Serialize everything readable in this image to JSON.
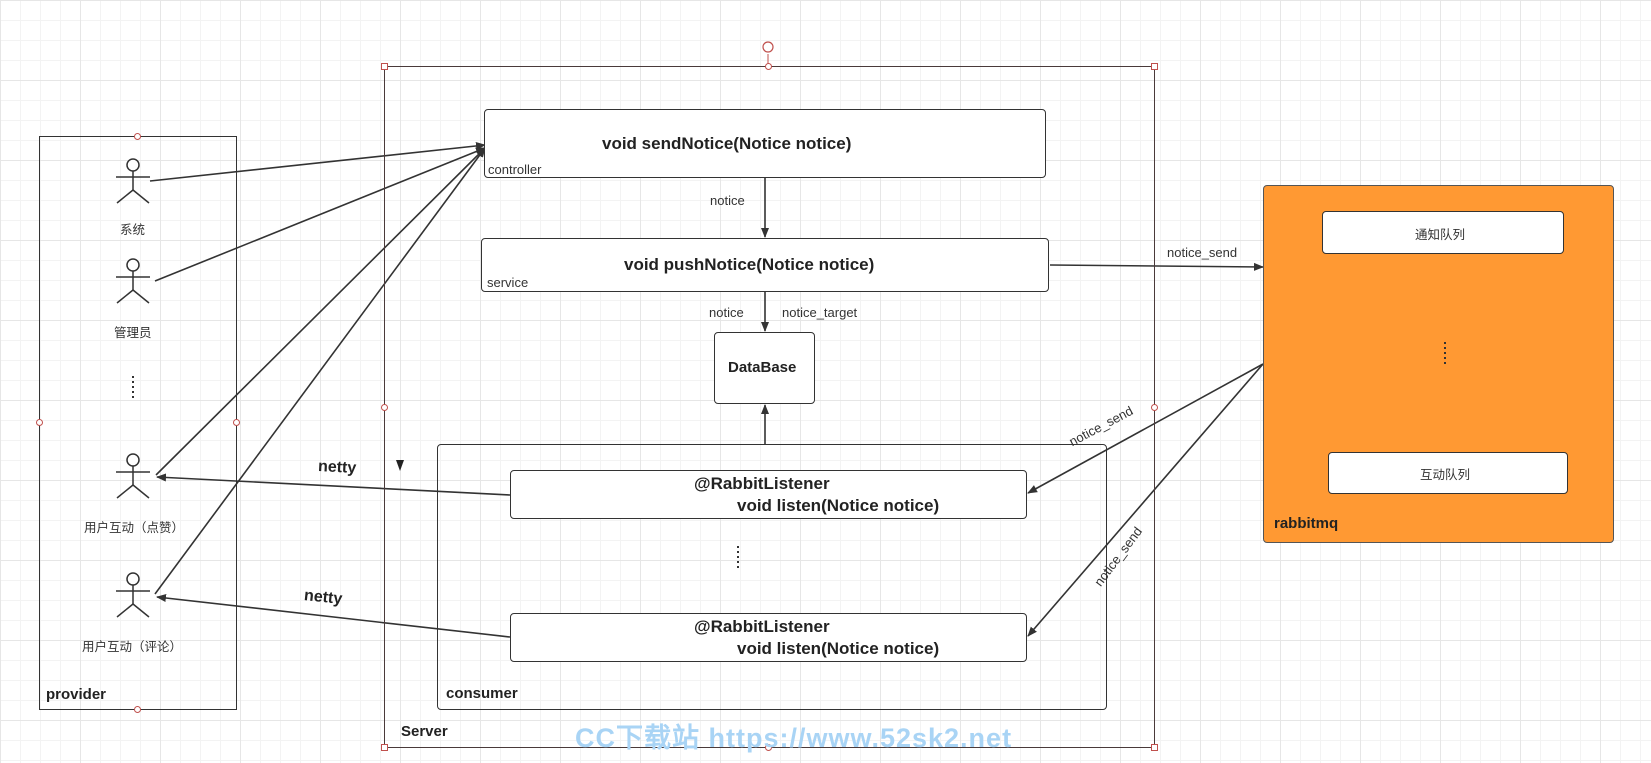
{
  "provider": {
    "title": "provider",
    "actors": [
      {
        "label": "系统"
      },
      {
        "label": "管理员"
      },
      {
        "label": "用户互动（点赞）"
      },
      {
        "label": "用户互动（评论）"
      }
    ]
  },
  "server": {
    "title": "Server",
    "controller": {
      "method": "void sendNotice(Notice notice)",
      "layer": "controller"
    },
    "service": {
      "method": "void pushNotice(Notice notice)",
      "layer": "service"
    },
    "database": {
      "label": "DataBase"
    },
    "edge_labels": {
      "controller_to_service": "notice",
      "service_to_db_left": "notice",
      "service_to_db_right": "notice_target"
    },
    "consumer": {
      "title": "consumer",
      "listeners": [
        {
          "annotation": "@RabbitListener",
          "method": "void listen(Notice notice)"
        },
        {
          "annotation": "@RabbitListener",
          "method": "void listen(Notice notice)"
        }
      ]
    }
  },
  "netty_labels": [
    "netty",
    "netty"
  ],
  "rabbitmq": {
    "title": "rabbitmq",
    "color": "#ff9933",
    "queues": [
      {
        "label": "通知队列"
      },
      {
        "label": "互动队列"
      }
    ]
  },
  "rabbit_edges": {
    "incoming": "notice_send",
    "outgoing_1": "notice_send",
    "outgoing_2": "notice_send"
  },
  "watermark": "CC下载站  https://www.52sk2.net"
}
